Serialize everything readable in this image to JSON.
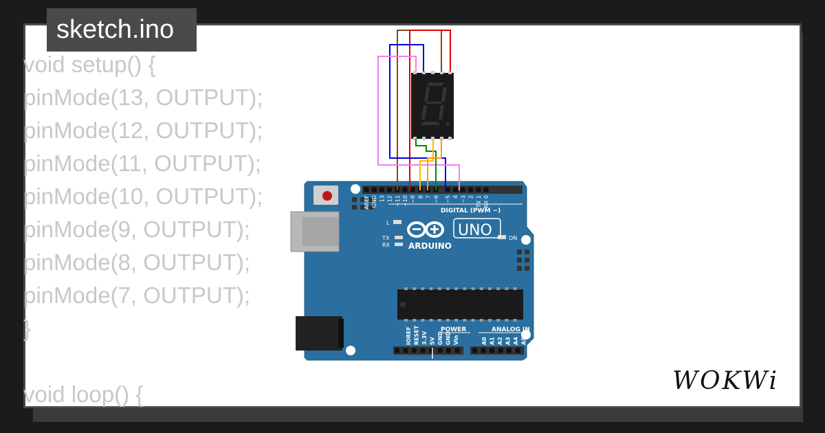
{
  "file_tab": {
    "name": "sketch.ino"
  },
  "code_lines": [
    "void setup() {",
    "pinMode(13, OUTPUT);",
    "pinMode(12, OUTPUT);",
    "pinMode(11, OUTPUT);",
    "pinMode(10, OUTPUT);",
    "pinMode(9, OUTPUT);",
    "pinMode(8, OUTPUT);",
    "pinMode(7, OUTPUT);",
    "}",
    "",
    "void loop() {"
  ],
  "board": {
    "model": "UNO",
    "brand": "ARDUINO",
    "digital_label": "DIGITAL (PWM ~)",
    "power_label": "POWER",
    "analog_label": "ANALOG IN",
    "on_label": "ON",
    "l_label": "L",
    "tx_label": "TX",
    "rx_label": "RX",
    "digital_pins": [
      "AREF",
      "GND",
      "13",
      "12",
      "~11",
      "~10",
      "~9",
      "8",
      "7",
      "~6",
      "~5",
      "4",
      "~3",
      "2",
      "TX 1",
      "RX 0"
    ],
    "power_pins": [
      "IOREF",
      "RESET",
      "3.3V",
      "5V",
      "GND",
      "GND",
      "Vin"
    ],
    "analog_pins": [
      "A0",
      "A1",
      "A2",
      "A3",
      "A4",
      "A5"
    ],
    "color": "#2a6f9f"
  },
  "wire_colors": [
    "#8b4513",
    "#e00000",
    "#0000dd",
    "#ee82ee",
    "#008800",
    "#ffbb00",
    "#ff9900"
  ],
  "logo": {
    "text": "WOKWi"
  }
}
